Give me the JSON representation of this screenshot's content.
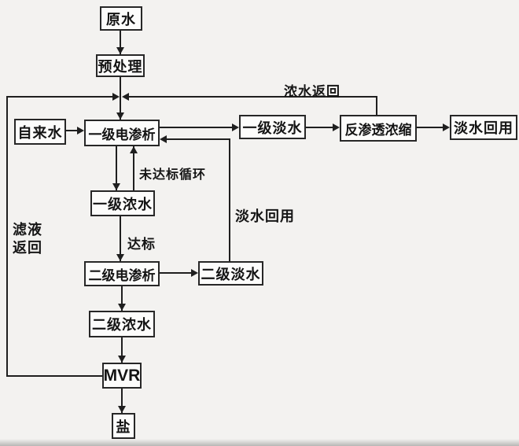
{
  "diagram": {
    "type": "process-flowchart",
    "language": "zh-CN",
    "topic": "wastewater desalination treatment process",
    "nodes": {
      "raw_water": {
        "label": "原水"
      },
      "pretreatment": {
        "label": "预处理"
      },
      "tap_water": {
        "label": "自来水"
      },
      "ed_stage1": {
        "label": "一级电渗析"
      },
      "fresh_stage1": {
        "label": "一级淡水"
      },
      "ro_concentration": {
        "label": "反渗透浓缩"
      },
      "fresh_reuse": {
        "label": "淡水回用"
      },
      "conc_stage1": {
        "label": "一级浓水"
      },
      "ed_stage2": {
        "label": "二级电渗析"
      },
      "fresh_stage2": {
        "label": "二级淡水"
      },
      "conc_stage2": {
        "label": "二级浓水"
      },
      "mvr": {
        "label": "MVR"
      },
      "salt": {
        "label": "盐"
      }
    },
    "edge_labels": {
      "concentrate_return": "浓水返回",
      "substandard_recycle": "未达标循环",
      "up_to_standard": "达标",
      "fresh_water_reuse": "淡水回用",
      "filtrate_return": "滤液返回"
    },
    "edges": [
      {
        "from": "原水",
        "to": "预处理"
      },
      {
        "from": "预处理",
        "to": "一级电渗析"
      },
      {
        "from": "自来水",
        "to": "一级电渗析"
      },
      {
        "from": "一级电渗析",
        "to": "一级淡水"
      },
      {
        "from": "一级淡水",
        "to": "反渗透浓缩"
      },
      {
        "from": "反渗透浓缩",
        "to": "淡水回用"
      },
      {
        "from": "反渗透浓缩",
        "to": "一级电渗析",
        "label": "浓水返回"
      },
      {
        "from": "一级电渗析",
        "to": "一级浓水"
      },
      {
        "from": "一级浓水",
        "to": "一级电渗析",
        "label": "未达标循环"
      },
      {
        "from": "一级浓水",
        "to": "二级电渗析",
        "label": "达标"
      },
      {
        "from": "二级电渗析",
        "to": "二级淡水"
      },
      {
        "from": "二级淡水",
        "to": "一级电渗析",
        "label": "淡水回用"
      },
      {
        "from": "二级电渗析",
        "to": "二级浓水"
      },
      {
        "from": "二级浓水",
        "to": "MVR"
      },
      {
        "from": "MVR",
        "to": "盐"
      },
      {
        "from": "MVR",
        "to": "一级电渗析",
        "label": "滤液返回"
      }
    ],
    "colors": {
      "line": "#1f1f1f",
      "box_border": "#272727",
      "box_fill": "#fcfcfb",
      "background": "#f3f2f0"
    }
  }
}
